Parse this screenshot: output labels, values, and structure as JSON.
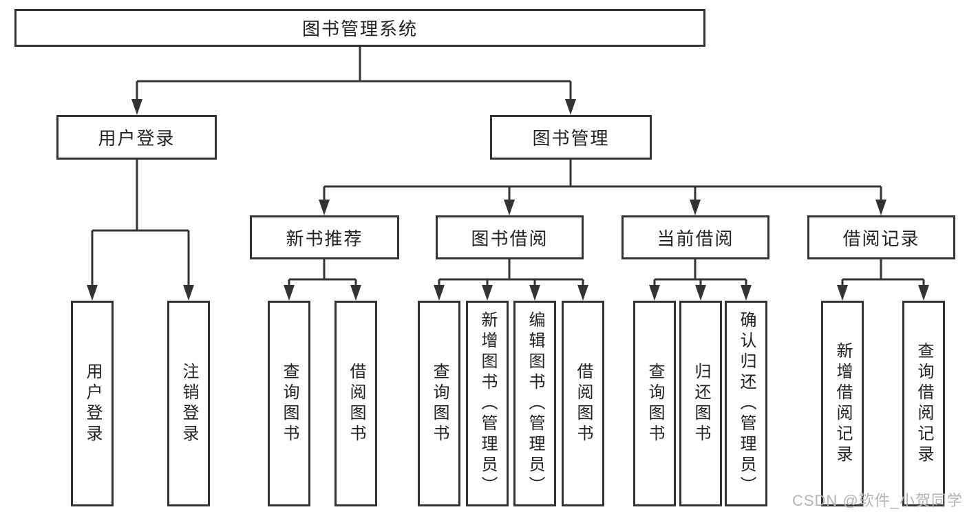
{
  "tree": {
    "root": "图书管理系统",
    "level2": [
      {
        "label": "用户登录",
        "children": [
          {
            "label": "用户登录"
          },
          {
            "label": "注销登录"
          }
        ]
      },
      {
        "label": "图书管理",
        "groups": [
          {
            "label": "新书推荐",
            "children": [
              {
                "label": "查询图书"
              },
              {
                "label": "借阅图书"
              }
            ]
          },
          {
            "label": "图书借阅",
            "children": [
              {
                "label": "查询图书"
              },
              {
                "label": "新增图书（管理员）"
              },
              {
                "label": "编辑图书（管理员）"
              },
              {
                "label": "借阅图书"
              }
            ]
          },
          {
            "label": "当前借阅",
            "children": [
              {
                "label": "查询图书"
              },
              {
                "label": "归还图书"
              },
              {
                "label": "确认归还（管理员）"
              }
            ]
          },
          {
            "label": "借阅记录",
            "children": [
              {
                "label": "新增借阅记录"
              },
              {
                "label": "查询借阅记录"
              }
            ]
          }
        ]
      }
    ]
  },
  "watermark": {
    "text": "CSDN @软件_小贺同学"
  },
  "colors": {
    "line": "#333333",
    "box_border": "#333333",
    "box_background": "#ffffff",
    "text": "#222222",
    "watermark": "#b4b4b4",
    "background": "#ffffff"
  }
}
